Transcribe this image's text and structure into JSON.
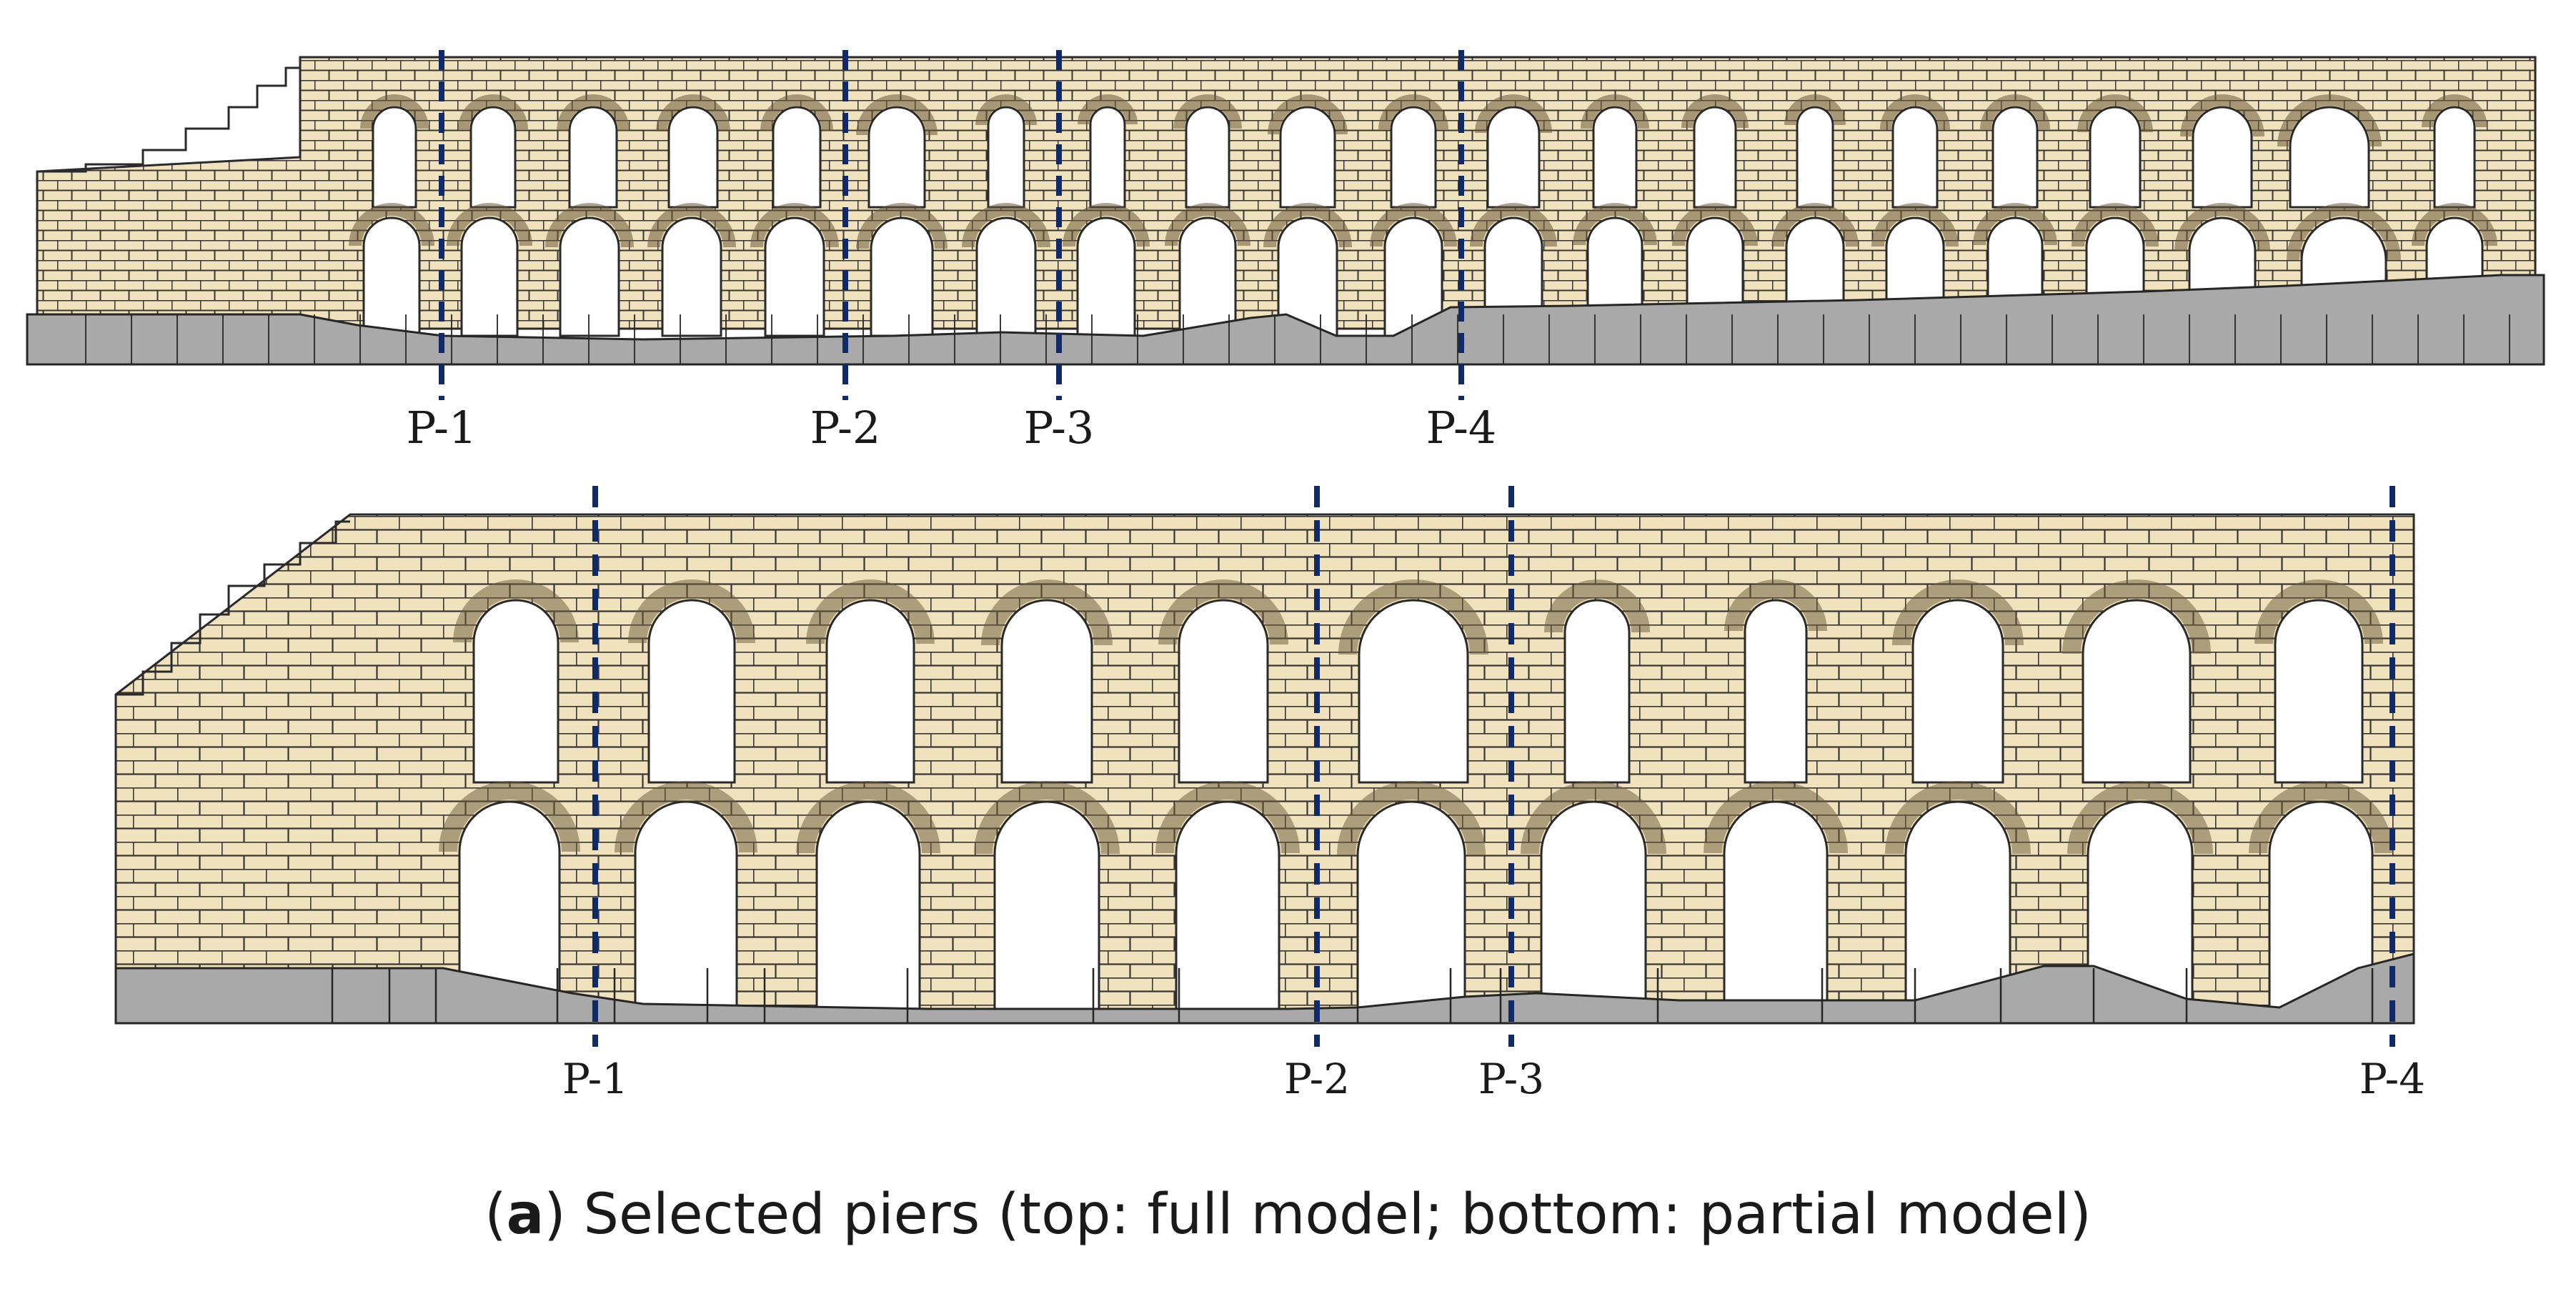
{
  "colors": {
    "masonry": "#efe2bd",
    "mortar": "#3a3630",
    "ground": "#a9a9a9",
    "ground_line": "#262626",
    "section_line": "#0f2a66",
    "opening": "#ffffff"
  },
  "panels": [
    {
      "id": "full-model",
      "piers": [
        {
          "label": "P-1"
        },
        {
          "label": "P-2"
        },
        {
          "label": "P-3"
        },
        {
          "label": "P-4"
        }
      ]
    },
    {
      "id": "partial-model",
      "piers": [
        {
          "label": "P-1"
        },
        {
          "label": "P-2"
        },
        {
          "label": "P-3"
        },
        {
          "label": "P-4"
        }
      ]
    }
  ],
  "caption": {
    "open": "(",
    "letter": "a",
    "text": ") Selected piers (top: full model; bottom: partial model)"
  }
}
